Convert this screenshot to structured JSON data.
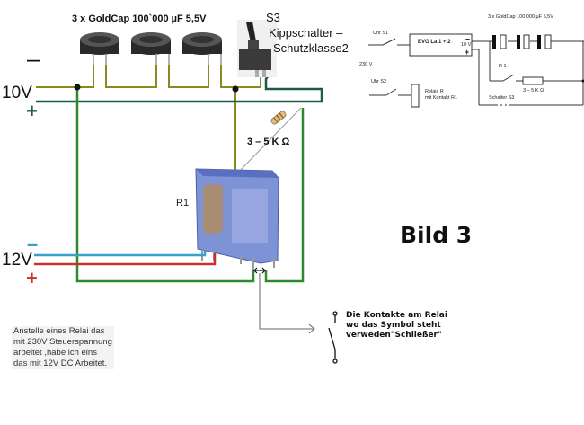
{
  "main_diagram": {
    "capacitors_title": "3 x GoldCap 100`000 µF  5,5V",
    "switch_label": "S3",
    "switch_desc_line1": "Kippschalter –",
    "switch_desc_line2": "Schutzklasse2",
    "input_10v": {
      "label": "10V",
      "minus": "–",
      "plus": "+"
    },
    "input_12v": {
      "label": "12V",
      "minus": "–",
      "plus": "+"
    },
    "resistor_label": "3 – 5 K Ω",
    "relay_label": "R1",
    "wire_colors": {
      "olive": "#8a8a1e",
      "dark_green": "#1f5a46",
      "green": "#2f8a2f",
      "blue": "#3aa0c8",
      "red": "#c8322a",
      "gray": "#666666"
    }
  },
  "schematic": {
    "clock1_label": "Uhr S1",
    "clock2_label": "Uhr S2",
    "mains_label": "230 V",
    "charger_label": "EVG La 1 + 2",
    "charger_voltage": "10 V",
    "charger_minus": "–",
    "charger_plus": "+",
    "caps_label": "3 x GoldCap 100 000 µF  5,5V",
    "relay_label_line1": "Relais R",
    "relay_label_line2": "mit Kontakt R1",
    "r1_label": "R 1",
    "resistor_label": "3 – 5 K Ω",
    "switch_label": "Schalter S3"
  },
  "title": "Bild 3",
  "note_lines": [
    "Anstelle eines Relai das",
    "mit 230V Steuerspannung",
    "arbeitet ,habe ich eins",
    "das mit 12V DC Arbeitet."
  ],
  "contact_note_lines": [
    "Die Kontakte am Relai",
    "wo das Symbol steht",
    "verweden\"Schließer\""
  ]
}
